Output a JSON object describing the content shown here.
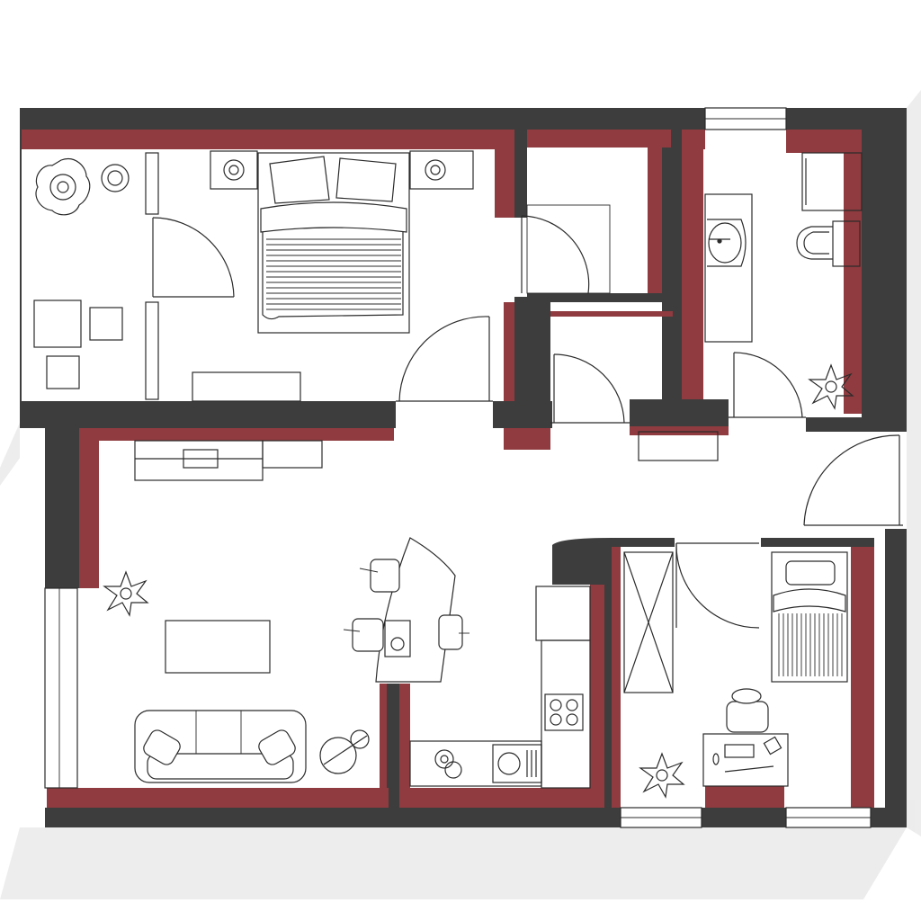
{
  "colors": {
    "wall": "#3d3d3d",
    "wall_lining": "#8f3b3f",
    "floor": "#ffffff",
    "fixture_stroke": "#2b2b2b",
    "shadow": "#d9d9d9"
  },
  "rooms": [
    "storage",
    "bedroom",
    "closet-upper",
    "closet-lower",
    "bathroom",
    "hallway",
    "living-room",
    "kitchen",
    "child-bedroom"
  ],
  "icons": [
    "double-bed-icon",
    "single-bed-icon",
    "sofa-icon",
    "plant-icon",
    "sink-icon",
    "toilet-icon",
    "stove-icon",
    "kitchen-sink-icon",
    "desk-icon",
    "chair-icon",
    "door-swing-icon",
    "window-icon"
  ]
}
